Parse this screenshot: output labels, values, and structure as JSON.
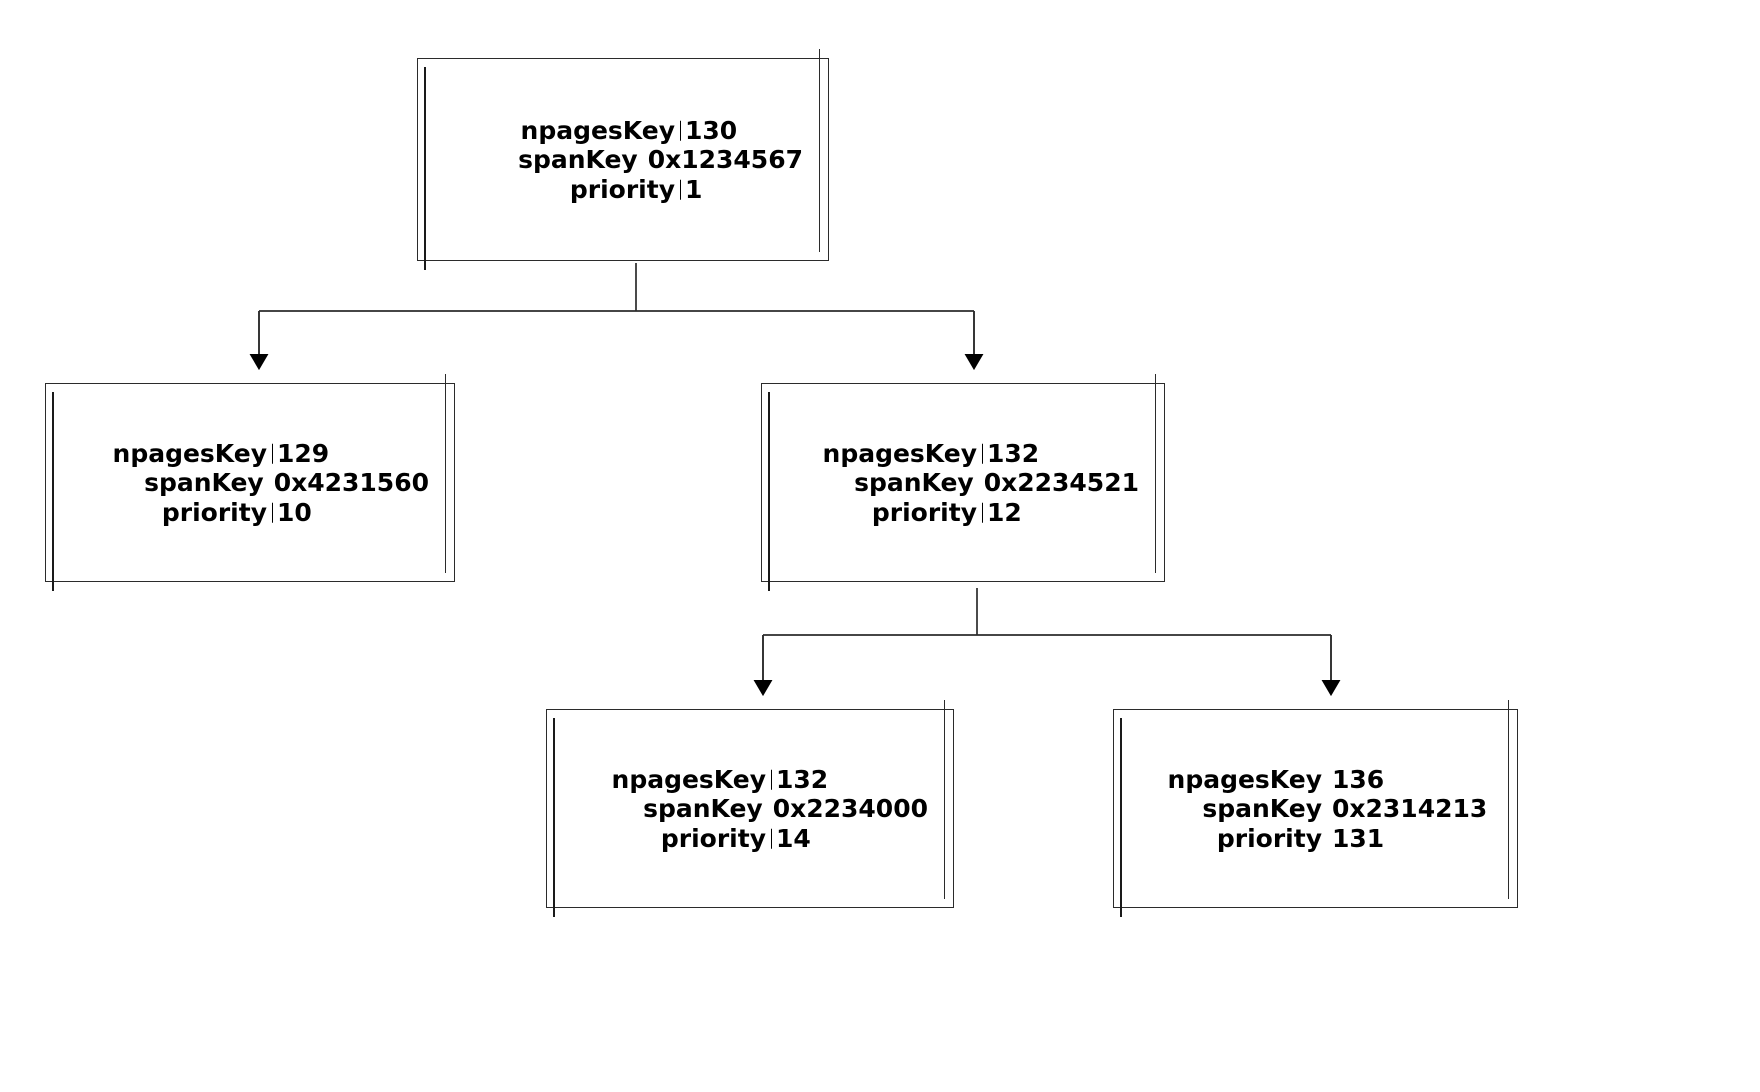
{
  "diagram": {
    "type": "treap-binary-tree",
    "background_color": "#ffffff",
    "line_color": "#2b2b2b",
    "text_color": "#000000"
  },
  "field_labels": {
    "npages": "npagesKey",
    "span": "spanKey",
    "priority": "priority"
  },
  "nodes": {
    "root": {
      "npagesKey": "130",
      "spanKey": "0x1234567",
      "priority": "1"
    },
    "left": {
      "npagesKey": "129",
      "spanKey": "0x4231560",
      "priority": "10"
    },
    "right": {
      "npagesKey": "132",
      "spanKey": "0x2234521",
      "priority": "12"
    },
    "right_left": {
      "npagesKey": "132",
      "spanKey": "0x2234000",
      "priority": "14"
    },
    "right_right": {
      "npagesKey": "136",
      "spanKey": "0x2314213",
      "priority": "131"
    }
  },
  "edges": [
    {
      "from": "root",
      "to": "left"
    },
    {
      "from": "root",
      "to": "right"
    },
    {
      "from": "right",
      "to": "right_left"
    },
    {
      "from": "right",
      "to": "right_right"
    }
  ]
}
